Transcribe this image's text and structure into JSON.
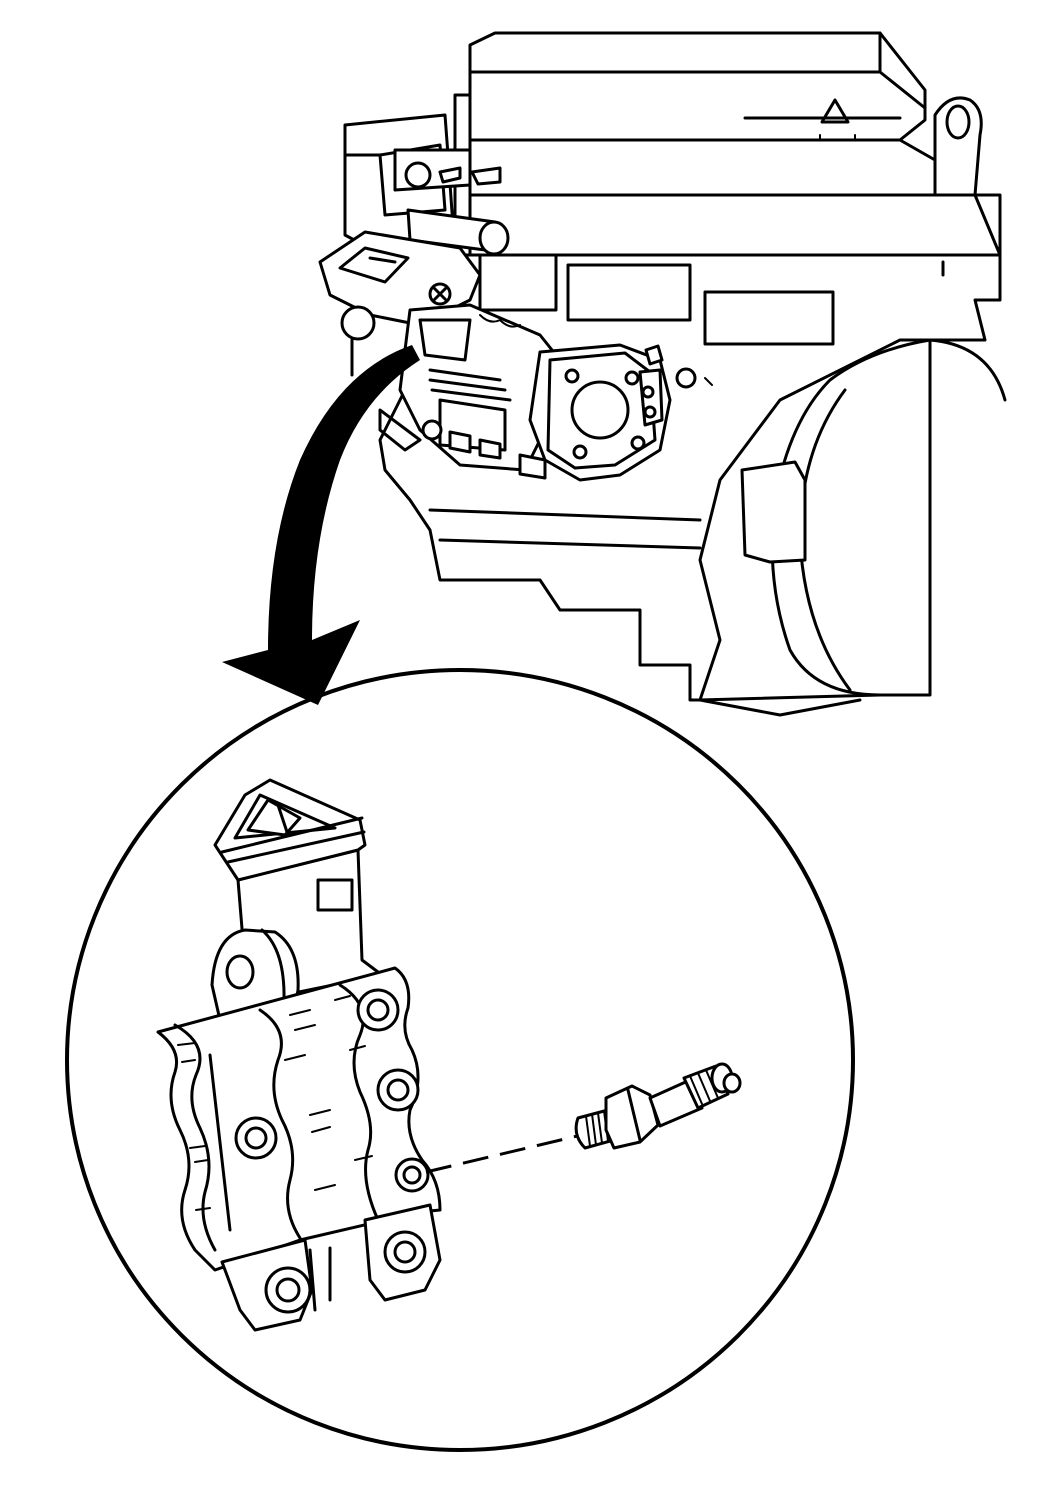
{
  "illustration": {
    "kind": "technical-line-drawing",
    "ink_color": "#000000",
    "background_color": "#ffffff",
    "parts": [
      {
        "name": "engine-block",
        "icon": "engine-icon"
      },
      {
        "name": "callout-arrow",
        "icon": "curved-arrow-icon"
      },
      {
        "name": "detail-magnifier-circle",
        "icon": "magnifier-circle-icon"
      },
      {
        "name": "pump-housing-detail",
        "icon": "pump-housing-icon"
      },
      {
        "name": "sensor-switch",
        "icon": "sensor-icon"
      },
      {
        "name": "install-path-dashed-line",
        "icon": "dashed-line-icon"
      }
    ]
  }
}
